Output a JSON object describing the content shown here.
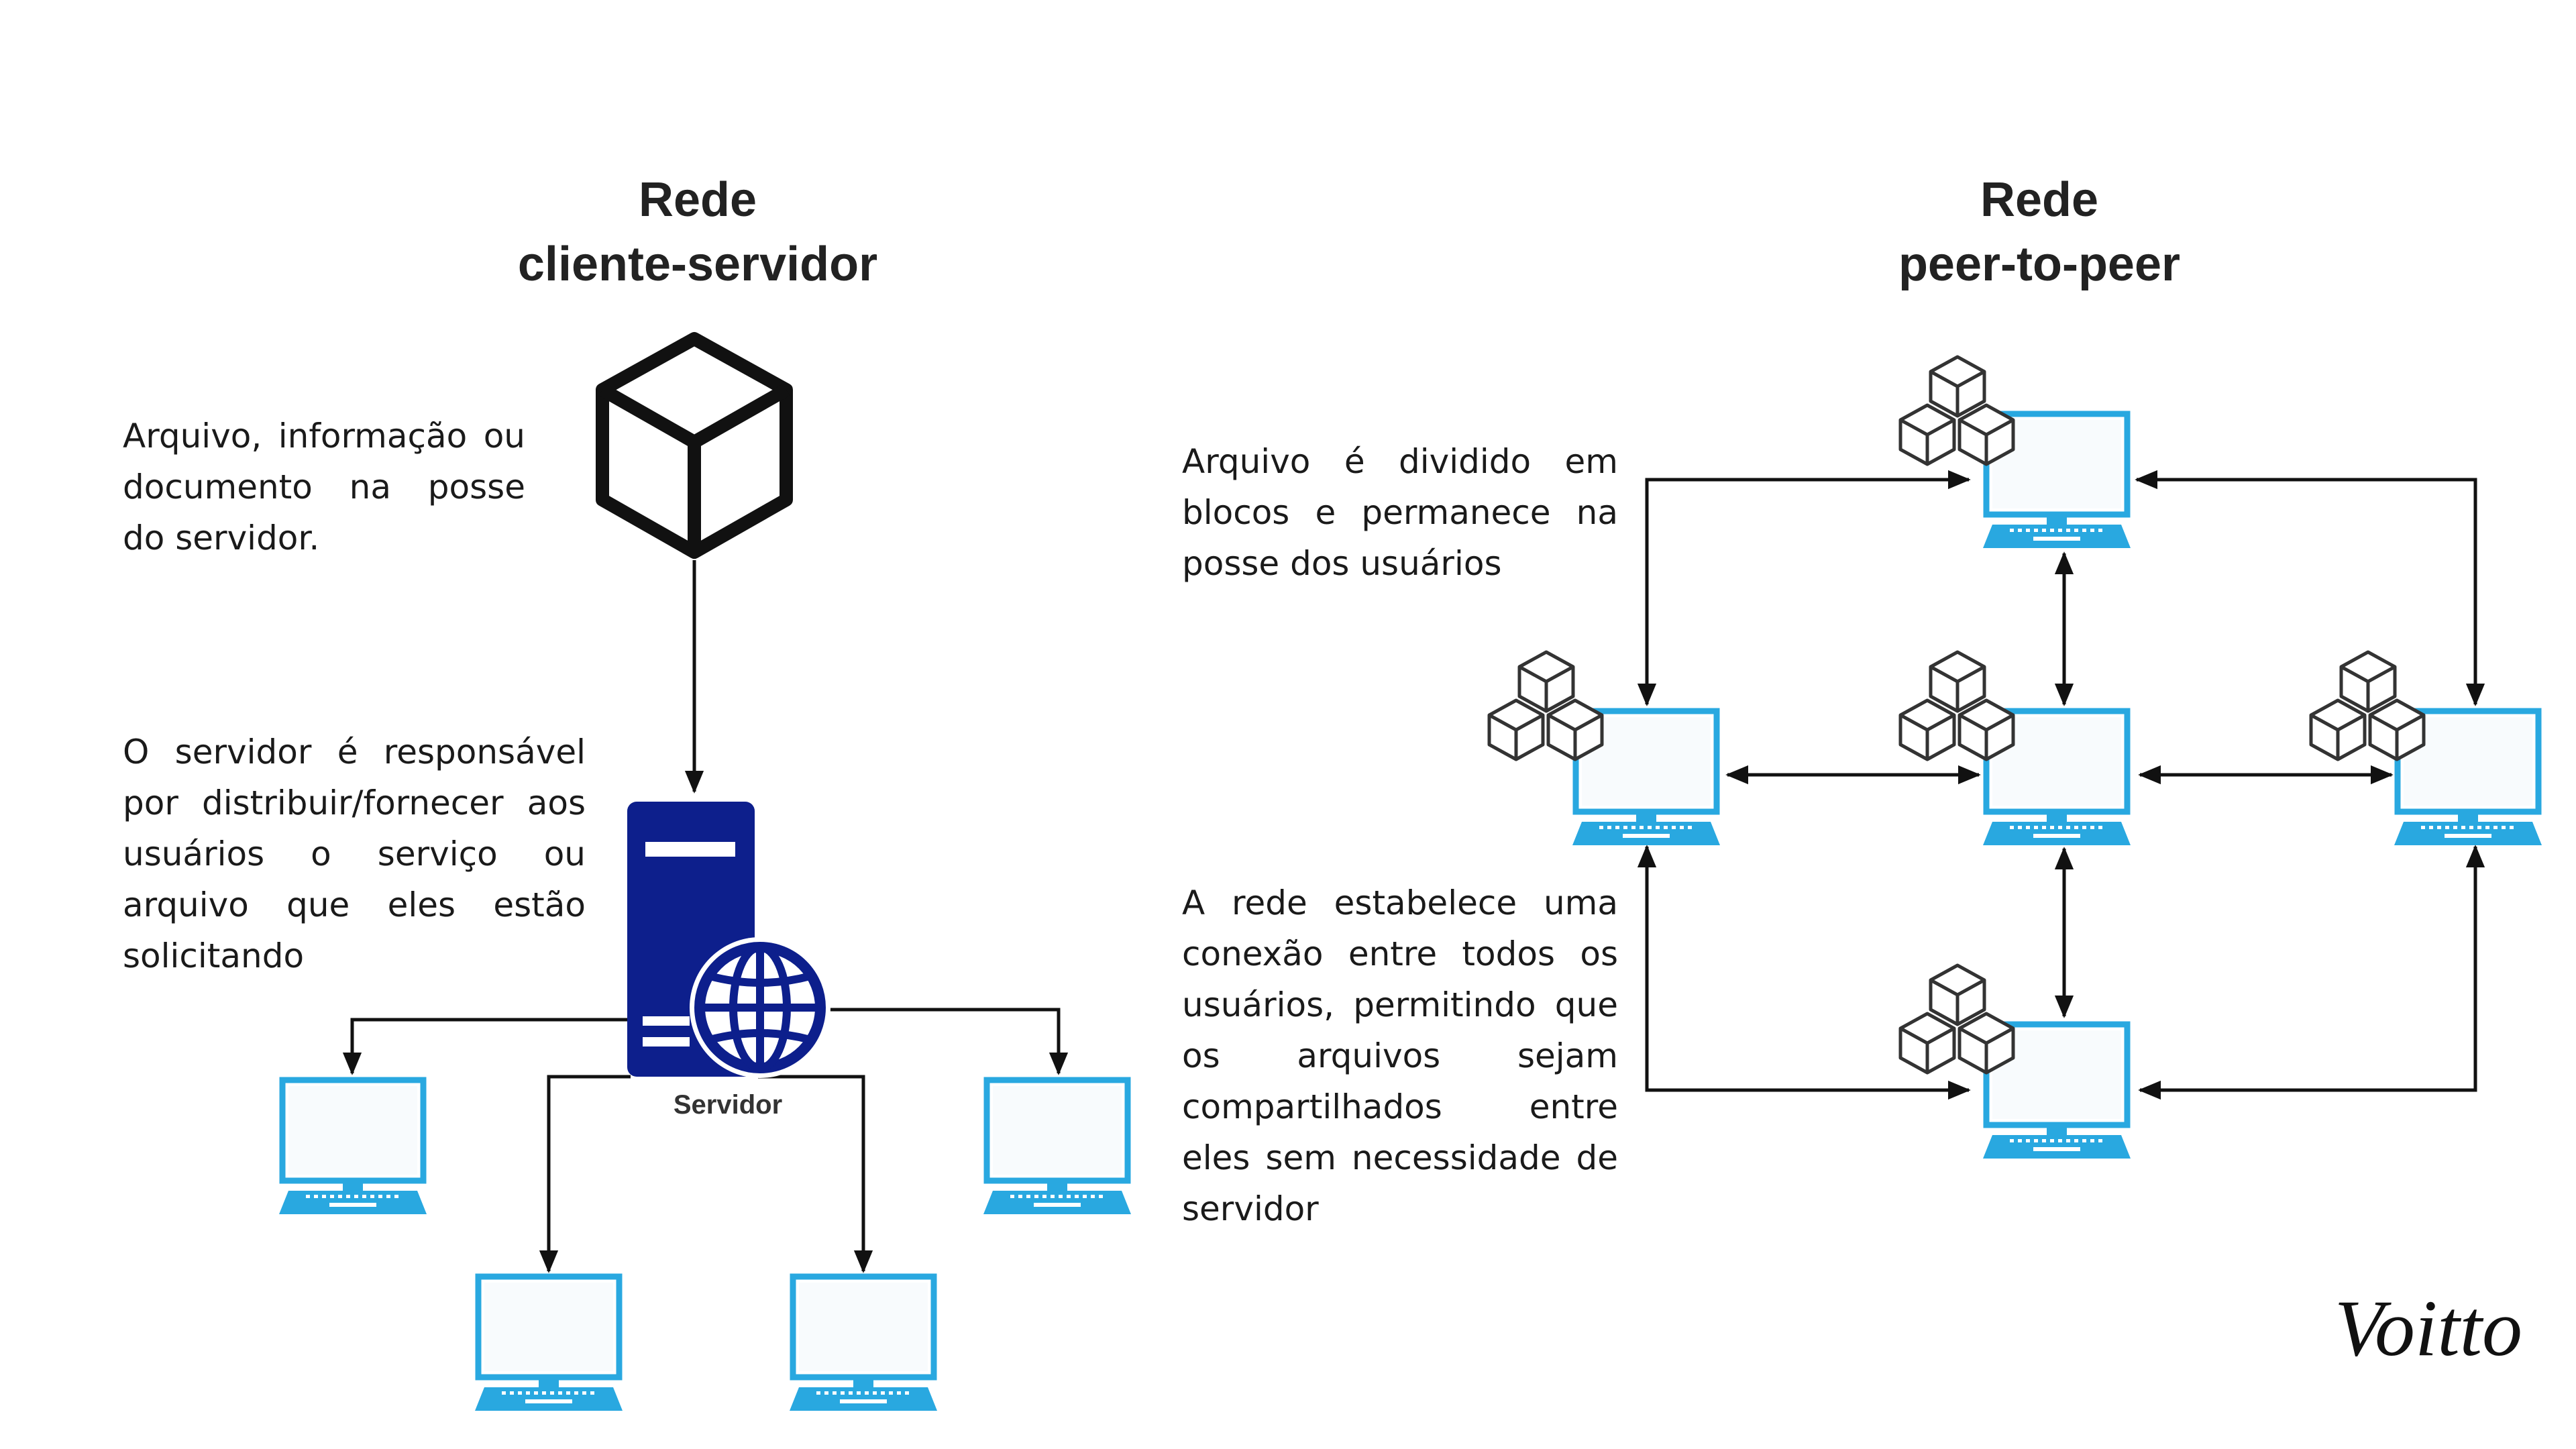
{
  "client_server": {
    "title_line1": "Rede",
    "title_line2": "cliente-servidor",
    "desc_file": "Arquivo, informação ou documento na posse do servidor.",
    "desc_server": "O servidor é responsável por distribuir/fornecer aos usuários o serviço ou arquivo que eles estão solicitando",
    "server_label": "Servidor"
  },
  "peer_to_peer": {
    "title_line1": "Rede",
    "title_line2": "peer-to-peer",
    "desc_blocks": "Arquivo é dividido em blocos e permanece na posse dos usuários",
    "desc_network": "A rede estabelece uma conexão entre todos os usuários, permitindo que os arquivos sejam compartilhados entre eles sem necessidade de servidor"
  },
  "logo_text": "Voitto",
  "colors": {
    "laptop": "#29a8e0",
    "server": "#0d1f8c",
    "line": "#111111"
  }
}
